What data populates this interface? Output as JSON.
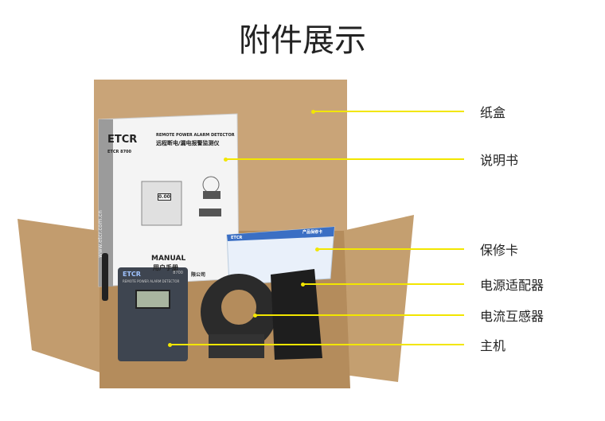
{
  "title": "附件展示",
  "manual": {
    "brand": "ETCR",
    "model": "ETCR 8700",
    "product_en": "REMOTE POWER ALARM DETECTOR",
    "product_cn": "远程断电/漏电报警监测仪",
    "display": "0.00",
    "manual_en": "MANUAL",
    "manual_cn": "用户手册",
    "company_tail": "限公司",
    "website": "www.etcr.com.cn"
  },
  "warranty_card": {
    "brand": "ETCR",
    "title": "产品保修卡"
  },
  "device": {
    "brand": "ETCR",
    "model": "8700",
    "subtitle": "REMOTE POWER ALARM DETECTOR"
  },
  "labels": [
    "纸盒",
    "说明书",
    "保修卡",
    "电源适配器",
    "电流互感器",
    "主机"
  ],
  "colors": {
    "leader": "#f2e600",
    "kraft": "#c9a478"
  }
}
